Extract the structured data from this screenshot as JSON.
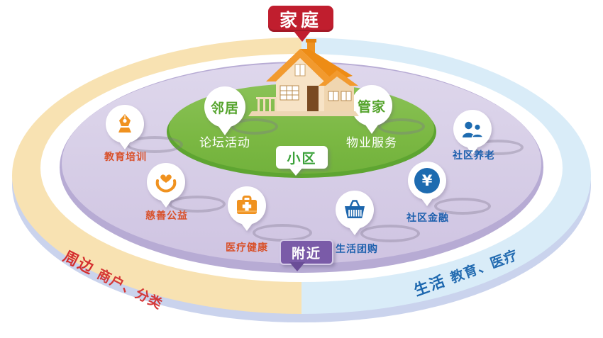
{
  "diagram": {
    "family": {
      "label": "家庭"
    },
    "community": {
      "label": "小区",
      "pins": {
        "neighbor": {
          "title": "邻居",
          "subtitle": "论坛活动"
        },
        "housekeeper": {
          "title": "管家",
          "subtitle": "物业服务"
        }
      }
    },
    "nearby": {
      "label": "附近",
      "pins": {
        "education": {
          "label": "教育培训"
        },
        "charity": {
          "label": "慈善公益"
        },
        "medical": {
          "label": "医疗健康"
        },
        "groupbuy": {
          "label": "生活团购"
        },
        "finance": {
          "label": "社区金融",
          "symbol": "¥"
        },
        "eldercare": {
          "label": "社区养老"
        }
      }
    },
    "outer": {
      "left": {
        "keyword": "周边",
        "detail": "商户、分类"
      },
      "right": {
        "keyword": "生活",
        "detail": "教育、医疗"
      }
    },
    "colors": {
      "family_red": "#c01e2e",
      "community_green": "#7bb843",
      "nearby_lavender": "#d6cde6",
      "nearby_purple": "#7a5ba8",
      "left_band_cream": "#f8e2b2",
      "right_band_blue": "#d9ecf8",
      "disc_side_periwinkle": "#cad3ed",
      "orange_icon": "#f0921f",
      "blue_icon": "#1d6bb0",
      "orange_text": "#d8512b",
      "blue_text": "#1b5fad",
      "left_text_red": "#d42f2f",
      "right_text_blue": "#1b66ae"
    }
  }
}
